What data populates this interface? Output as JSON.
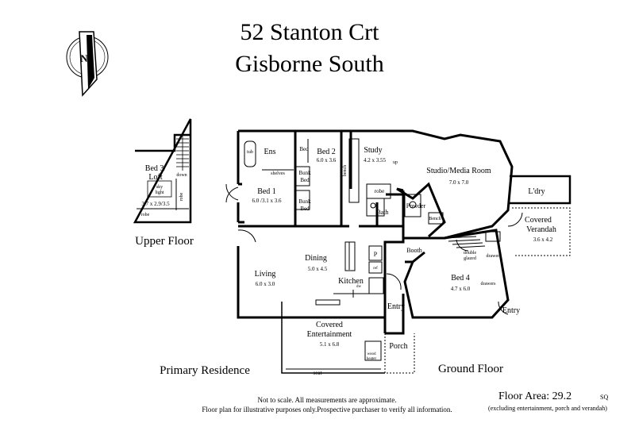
{
  "header": {
    "title_line1": "52 Stanton Crt",
    "title_line2": "Gisborne South"
  },
  "compass": {
    "label": "N"
  },
  "labels": {
    "upper_floor": "Upper Floor",
    "primary_residence": "Primary Residence",
    "ground_floor": "Ground Floor"
  },
  "rooms": {
    "bed3_name1": "Bed 3/",
    "bed3_name2": "Loft",
    "bed3_size": "3.7 x 2.9/3.5",
    "skylight1": "sky",
    "skylight2": "light",
    "down": "down",
    "robe_upper": "robe",
    "robe_upper2": "robe",
    "tub": "tub",
    "ens": "Ens",
    "shelves": "shelves",
    "bed_small": "Bed",
    "bunk1a": "Bunk",
    "bunk1b": "Bed",
    "bunk2a": "Bunk",
    "bunk2b": "Bed",
    "bed2_name": "Bed 2",
    "bed2_size": "6.0 x 3.6",
    "bench_vert": "bench",
    "study_name": "Study",
    "study_size": "4.2 x 3.55",
    "up": "up",
    "robe_bath": "robe",
    "bath": "Bath",
    "powder": "Powder",
    "bench_small": "Bench",
    "bed1_name": "Bed 1",
    "bed1_size": "6.0 /3.1 x 3.6",
    "studio_name": "Studio/Media Room",
    "studio_size": "7.0 x 7.0",
    "ldry": "L'dry",
    "covered_verandah1": "Covered",
    "covered_verandah2": "Verandah",
    "verandah_size": "3.6 x 4.2",
    "booth": "Booth",
    "double_glazed1": "double",
    "double_glazed2": "glazed",
    "drawers1": "drawers",
    "drawers2": "drawers",
    "p": "P",
    "ref": "ref",
    "dw": "dw",
    "dining_name": "Dining",
    "dining_size": "5.0 x 4.5",
    "living_name": "Living",
    "living_size": "6.0 x 3.0",
    "kitchen": "Kitchen",
    "entry_main": "Entry",
    "bed4_name": "Bed 4",
    "bed4_size": "4.7 x 6.0",
    "entry_side": "Entry",
    "covered_ent1": "Covered",
    "covered_ent2": "Entertainment",
    "covered_ent_size": "5.1 x 6.8",
    "wood_heater1": "wood",
    "wood_heater2": "heater",
    "porch": "Porch",
    "seat": "seat"
  },
  "footer": {
    "disclaimer1": "Not to scale. All measurements are approximate.",
    "disclaimer2": "Floor plan for illustrative purposes only.Prospective purchaser to verify all information.",
    "floor_area": "Floor Area: 29.2",
    "floor_area_unit": "SQ",
    "floor_area_note": "(excluding entertainment, porch and verandah)"
  }
}
